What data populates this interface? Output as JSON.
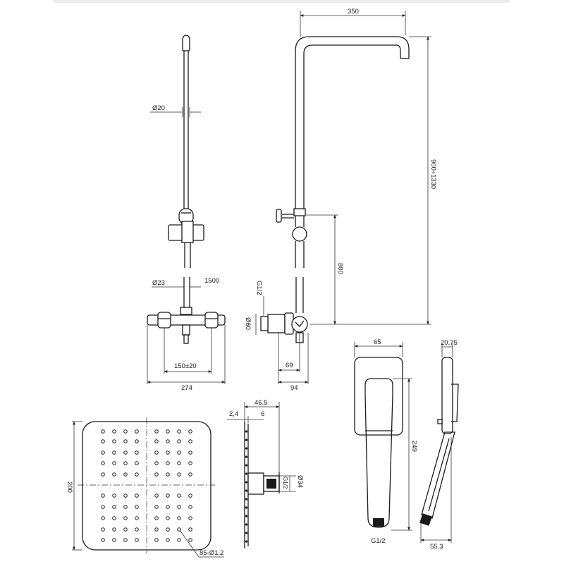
{
  "dimensions": {
    "left_rail_diameter": "Ø20",
    "left_pipe_diameter": "Ø23",
    "left_height": "1500",
    "left_spacing": "150±20",
    "left_width": "274",
    "arm_length": "350",
    "total_height": "900÷1330",
    "mixer_height": "800",
    "side_thread": "G1/2",
    "side_diameter": "Ø60",
    "side_depth_a": "69",
    "side_depth_b": "94",
    "head_size": "200",
    "head_nozzles": "85-Ø1,2",
    "head_side_total": "46,5",
    "head_side_thickness": "2,4",
    "head_side_gap": "6",
    "head_side_thread": "G1/2",
    "head_side_diameter": "Ø34",
    "hand_width": "65",
    "hand_length": "249",
    "hand_thread": "G1/2",
    "hand_side_top": "20,75",
    "hand_side_bottom": "55,3"
  }
}
